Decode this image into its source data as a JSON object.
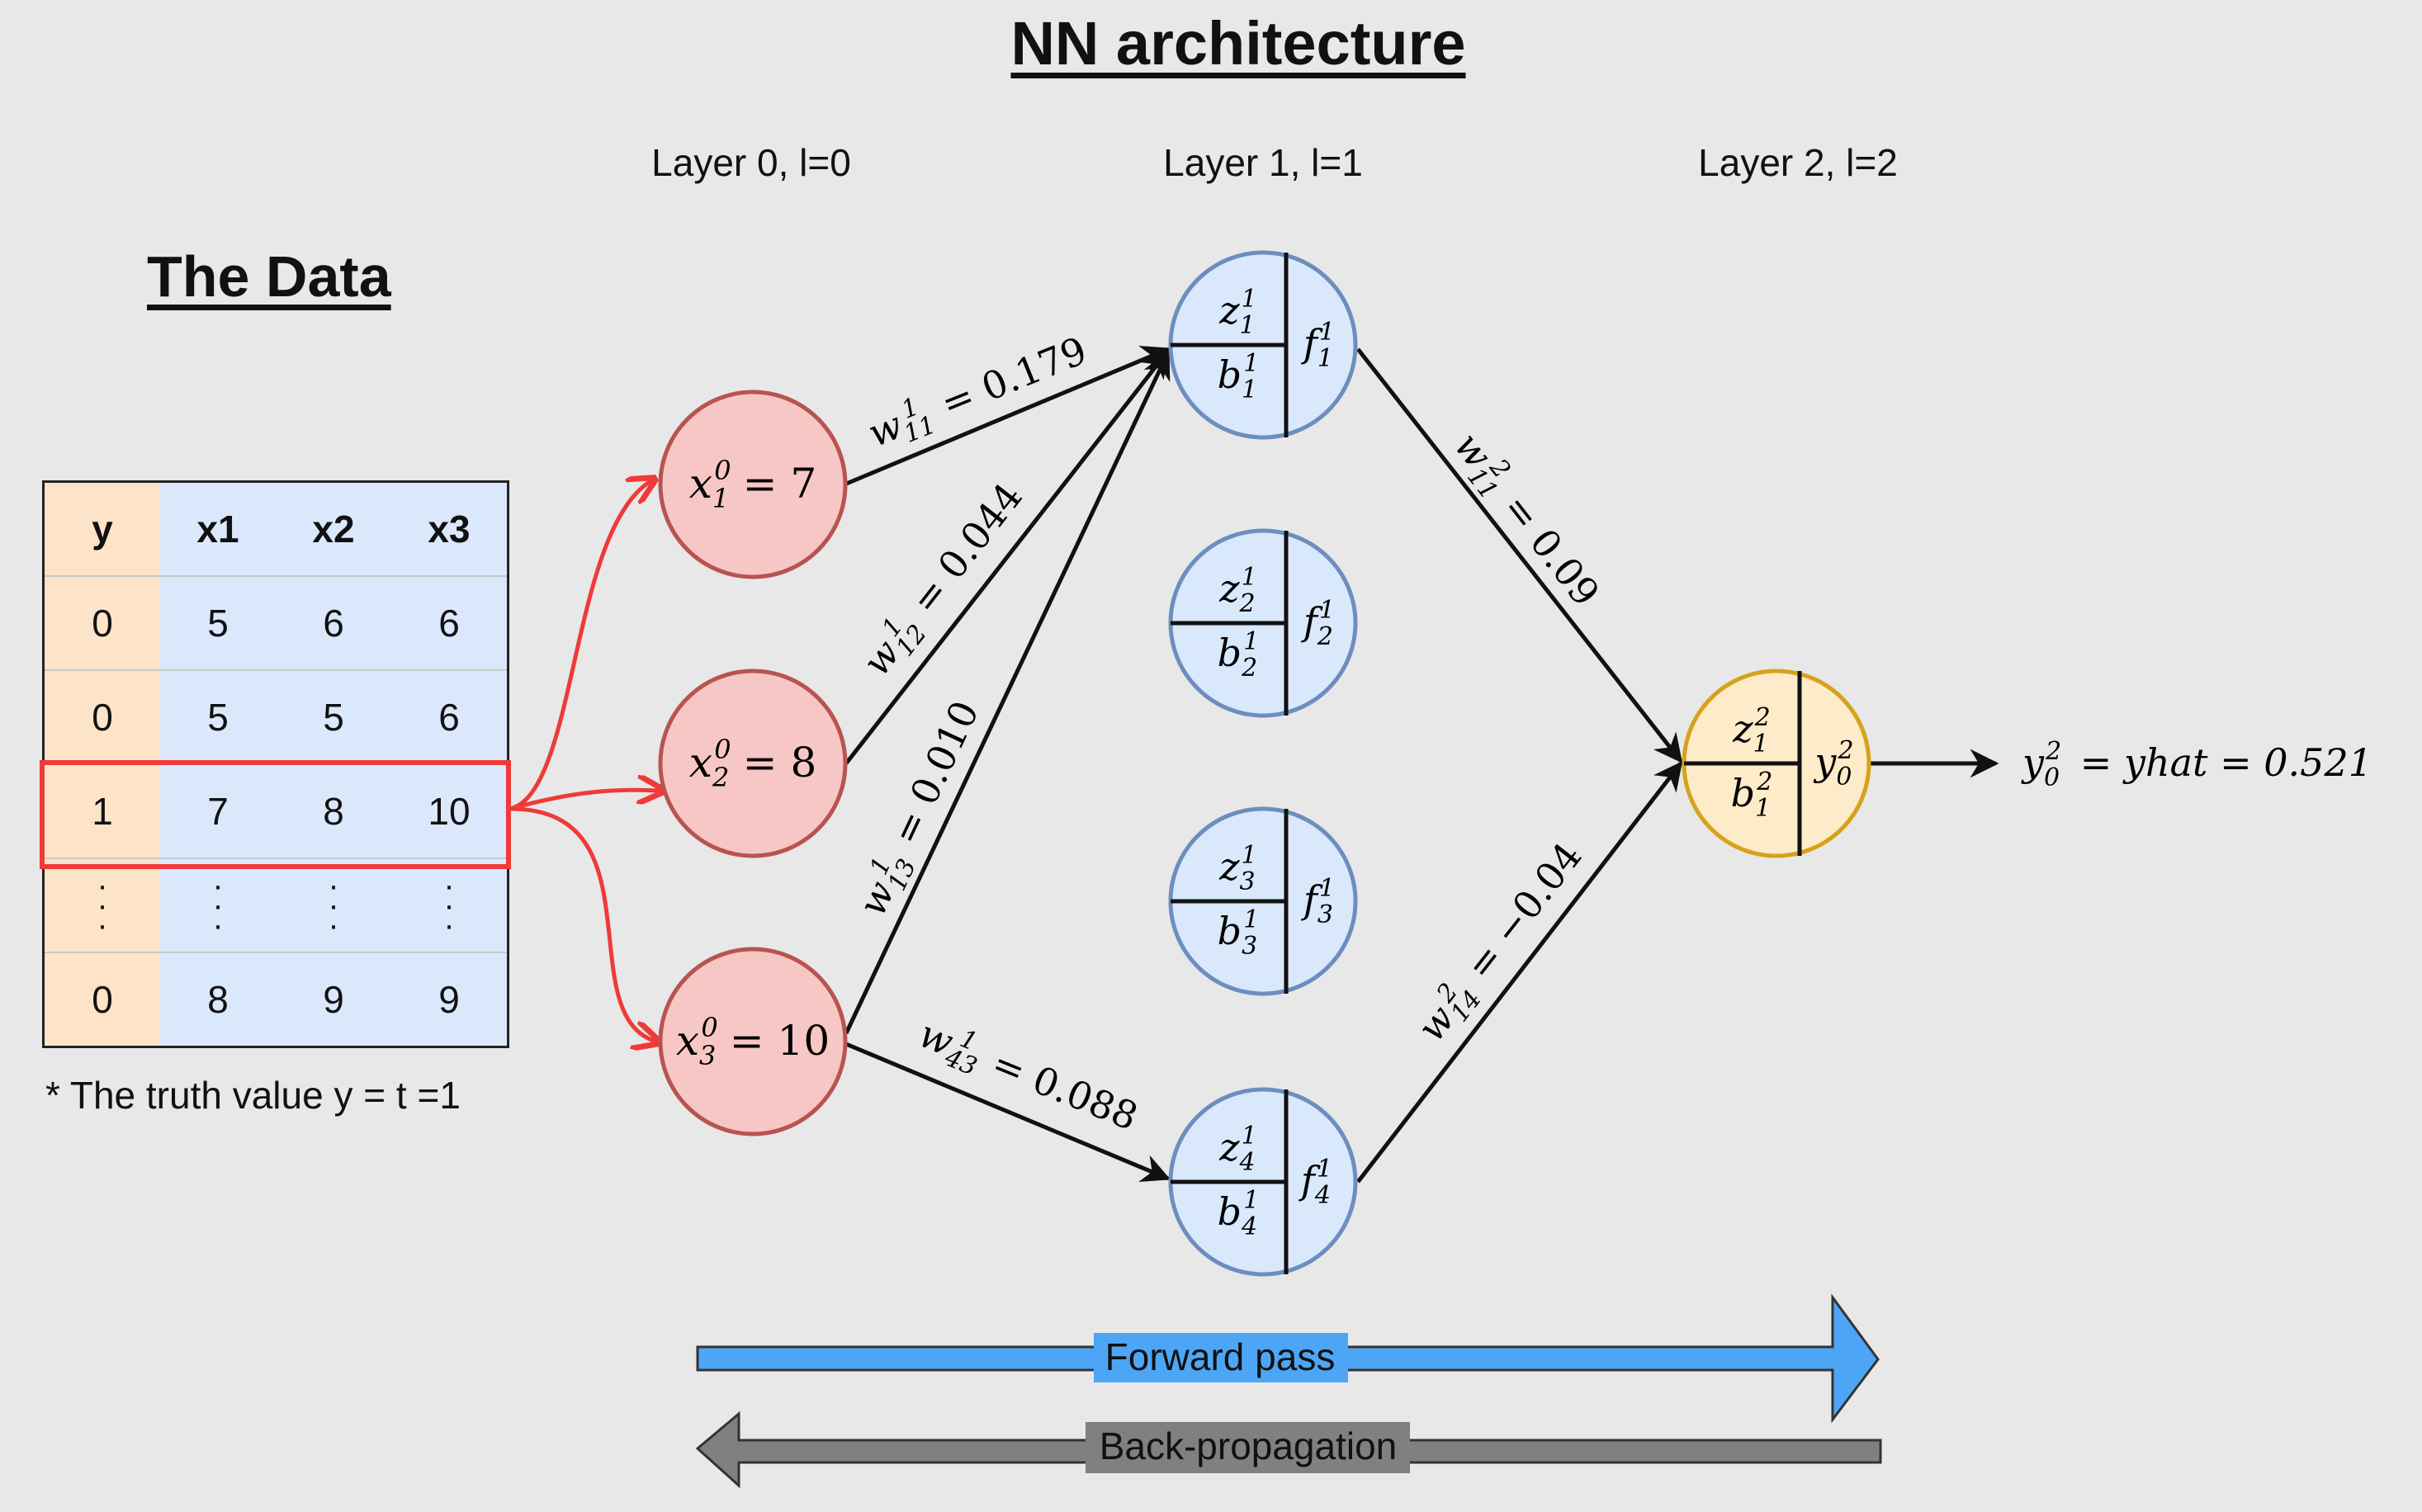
{
  "title": "NN architecture",
  "data_section": {
    "title": "The Data",
    "headers": [
      "y",
      "x1",
      "x2",
      "x3"
    ],
    "rows": [
      [
        "0",
        "5",
        "6",
        "6"
      ],
      [
        "0",
        "5",
        "5",
        "6"
      ],
      [
        "1",
        "7",
        "8",
        "10"
      ],
      [
        "0",
        "8",
        "9",
        "9"
      ]
    ],
    "note": "* The truth value y = t =1"
  },
  "layers": {
    "layer0": "Layer 0, l=0",
    "layer1": "Layer 1, l=1",
    "layer2": "Layer 2, l=2"
  },
  "input_nodes": {
    "n1": {
      "var": "x",
      "sup": "0",
      "sub": "1",
      "value": "= 7"
    },
    "n2": {
      "var": "x",
      "sup": "0",
      "sub": "2",
      "value": "= 8"
    },
    "n3": {
      "var": "x",
      "sup": "0",
      "sub": "3",
      "value": "= 10"
    }
  },
  "hidden_nodes": {
    "h1": {
      "z_sub": "1",
      "b_sub": "1",
      "f_sub": "1",
      "sup": "1"
    },
    "h2": {
      "z_sub": "2",
      "b_sub": "2",
      "f_sub": "2",
      "sup": "1"
    },
    "h3": {
      "z_sub": "3",
      "b_sub": "3",
      "f_sub": "3",
      "sup": "1"
    },
    "h4": {
      "z_sub": "4",
      "b_sub": "4",
      "f_sub": "4",
      "sup": "1"
    }
  },
  "output_node": {
    "z_sub": "1",
    "b_sub": "1",
    "y_sub": "0",
    "sup": "2"
  },
  "weights": {
    "w11_1": {
      "sub": "11",
      "sup": "1",
      "value": " = 0.179"
    },
    "w12_1": {
      "sub": "12",
      "sup": "1",
      "value": " = 0.044"
    },
    "w13_1": {
      "sub": "13",
      "sup": "1",
      "value": " = 0.010"
    },
    "w43_1": {
      "sub": "43",
      "sup": "1",
      "value": " = 0.088"
    },
    "w11_2": {
      "sub": "11",
      "sup": "2",
      "value": " = 0.09"
    },
    "w14_2": {
      "sub": "14",
      "sup": "2",
      "value": " = −0.04"
    }
  },
  "output_label": {
    "sup": "2",
    "sub": "0",
    "rest": " = yhat = 0.521"
  },
  "forward_pass": "Forward pass",
  "back_propagation": "Back-propagation",
  "colors": {
    "input_fill": "#f7c7c5",
    "input_stroke": "#b85450",
    "hidden_fill": "#dae8fc",
    "hidden_stroke": "#6c8ebf",
    "output_fill": "#fdebc9",
    "output_stroke": "#d6a21b",
    "highlight": "#ef3a3a",
    "forward": "#4da6f5",
    "back": "#808080"
  }
}
